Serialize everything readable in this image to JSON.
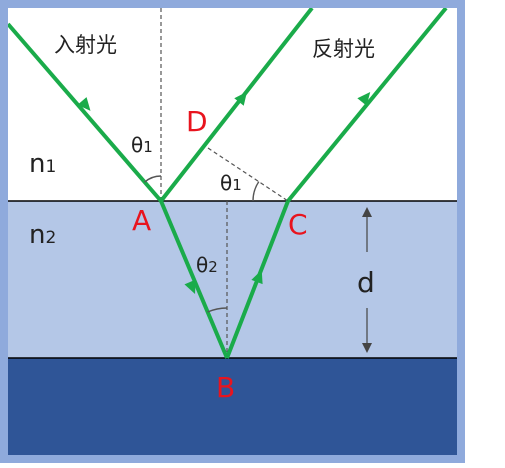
{
  "labels": {
    "incident_light": "入射光",
    "reflected_light": "反射光",
    "n1": "n",
    "n1_sub": "1",
    "n2": "n",
    "n2_sub": "2",
    "point_a": "A",
    "point_b": "B",
    "point_c": "C",
    "point_d": "D",
    "theta1_at_a": "θ",
    "theta1_at_a_sub": "1",
    "theta1_at_c": "θ",
    "theta1_at_c_sub": "1",
    "theta2_at_b": "θ",
    "theta2_at_b_sub": "2",
    "thickness": "d"
  },
  "colors": {
    "frame": "#8faadc",
    "medium1": "#ffffff",
    "medium2": "#b4c7e7",
    "substrate": "#2f5597",
    "ray": "#1aab4a",
    "point_label": "#e8141e",
    "text": "#222222"
  }
}
